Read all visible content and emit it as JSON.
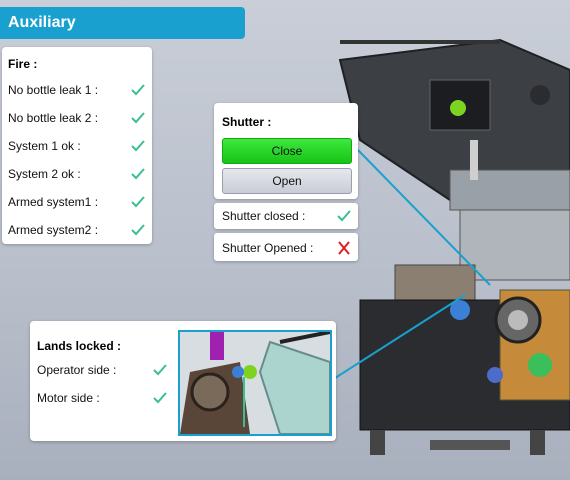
{
  "header": {
    "title": "Auxiliary"
  },
  "fire": {
    "title": "Fire :",
    "items": [
      {
        "label": "No bottle leak 1 :",
        "status": "ok"
      },
      {
        "label": "No bottle leak 2 :",
        "status": "ok"
      },
      {
        "label": "System 1 ok :",
        "status": "ok"
      },
      {
        "label": "System 2 ok :",
        "status": "ok"
      },
      {
        "label": "Armed system1 :",
        "status": "ok"
      },
      {
        "label": "Armed system2 :",
        "status": "ok"
      }
    ]
  },
  "shutter": {
    "title": "Shutter :",
    "close_label": "Close",
    "open_label": "Open",
    "closed_label": "Shutter closed :",
    "closed_status": "ok",
    "opened_label": "Shutter Opened :",
    "opened_status": "fault"
  },
  "lands": {
    "title": "Lands locked :",
    "items": [
      {
        "label": "Operator side :",
        "status": "ok"
      },
      {
        "label": "Motor side :",
        "status": "ok"
      }
    ]
  },
  "colors": {
    "accent": "#1aa0cf",
    "ok": "#3bbf8f",
    "fault": "#e02020",
    "close_button": "#22cc22"
  },
  "icons": {
    "ok": "check-icon",
    "fault": "cross-icon"
  }
}
